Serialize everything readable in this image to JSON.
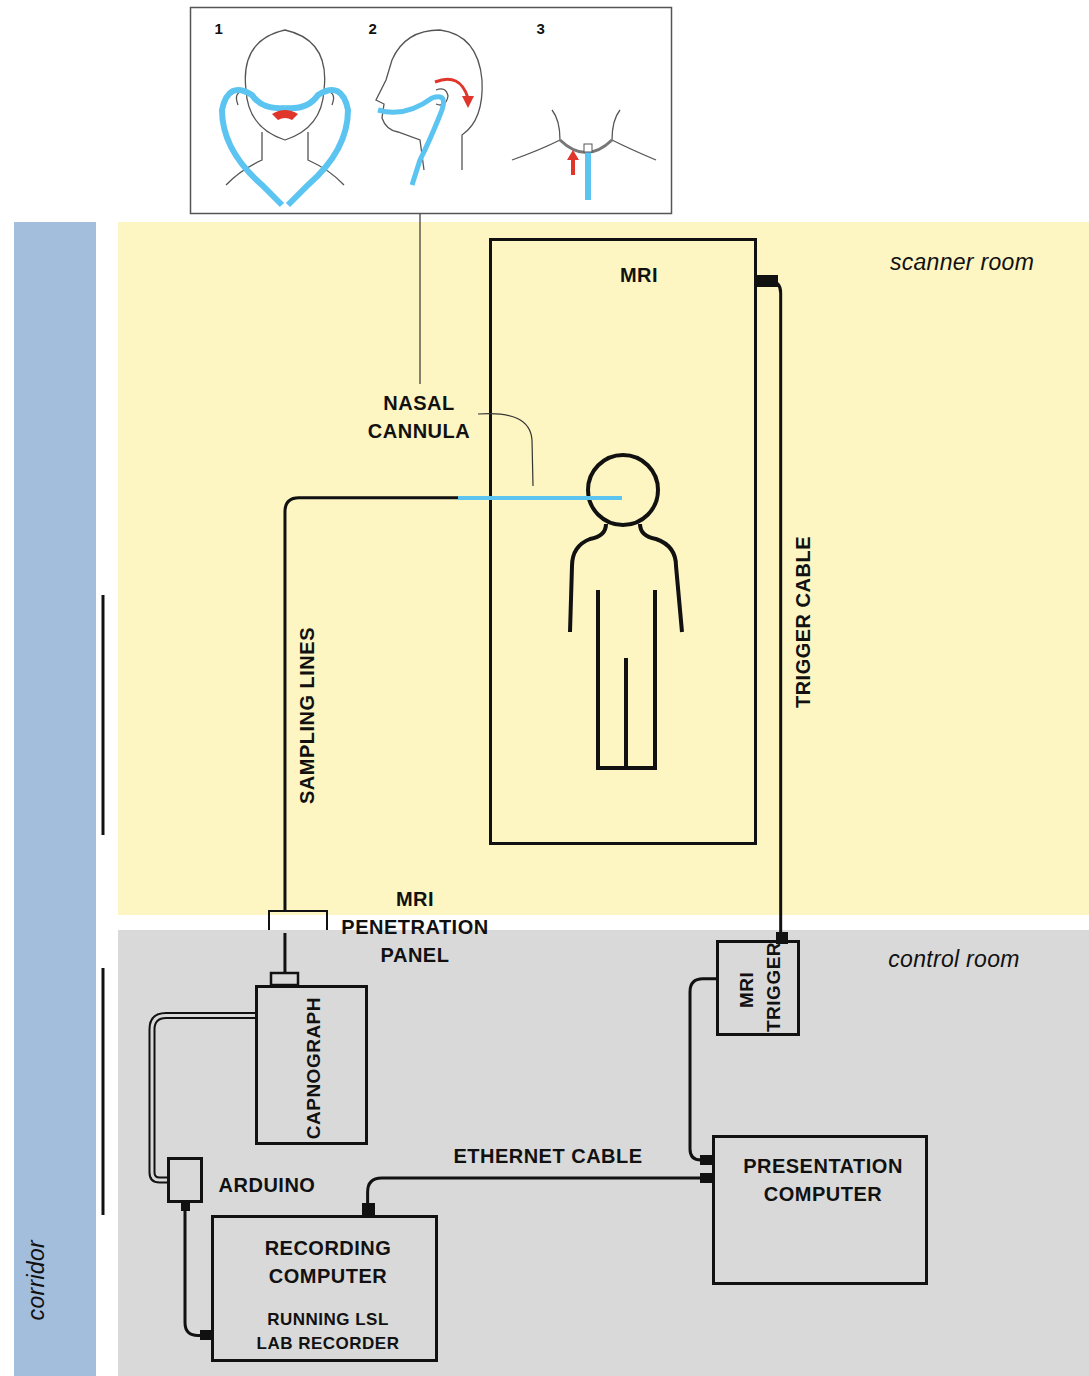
{
  "diagram": {
    "nodes": [
      {
        "text": [
          "scanner room"
        ]
      },
      {
        "text": [
          "MRI"
        ],
        "in": 0
      },
      {
        "text": [
          "MRI PENETRATION PANEL"
        ]
      },
      {
        "text": [
          "control room"
        ]
      },
      {
        "text": [
          "MRI TRIGGER"
        ],
        "in": 3
      },
      {
        "text": [
          "CAPNOGRAPH"
        ],
        "in": 3
      },
      {
        "text": [
          "PRESENTATION COMPUTER"
        ],
        "in": 3
      },
      {
        "text": [
          "ARDUINO"
        ],
        "in": 3
      },
      {
        "text": [
          "RECORDING COMPUTER",
          "RUNNING LSL LAB RECORDER"
        ],
        "in": 3
      },
      {
        "text": [
          "corridor"
        ]
      }
    ],
    "edges": [
      {
        "from": 5,
        "to": 2,
        "arrow": "none"
      },
      {
        "from": 2,
        "to": 1,
        "label": "SAMPLING LINES",
        "arrow": "none"
      },
      {
        "from": 1,
        "to": 4,
        "label": "TRIGGER CABLE",
        "arrow": "none"
      },
      {
        "from": 4,
        "to": 6,
        "arrow": "none"
      },
      {
        "from": 8,
        "to": 6,
        "label": "ETHERNET CABLE",
        "arrow": "none"
      },
      {
        "from": 5,
        "to": 7,
        "arrow": "none"
      },
      {
        "from": 7,
        "to": 8,
        "arrow": "none"
      }
    ],
    "labels": [
      "1",
      "2",
      "3",
      "NASAL CANNULA"
    ]
  }
}
